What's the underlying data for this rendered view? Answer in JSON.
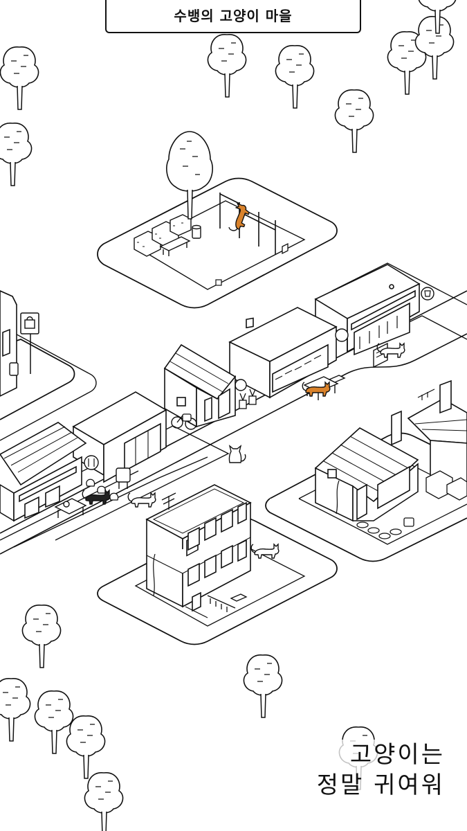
{
  "header": {
    "title": "수뱅의 고양이 마을"
  },
  "caption": {
    "line1": "고양이는",
    "line2": "정말 귀여워"
  },
  "colors": {
    "ink": "#111111",
    "paper": "#ffffff",
    "orange_cat": "#d9822b",
    "black_cat": "#222222"
  },
  "icons": {
    "shop_sign": "shopping-bag-icon",
    "restaurant_sign": "fork-knife-icon",
    "cafe_sign": "cup-icon"
  }
}
